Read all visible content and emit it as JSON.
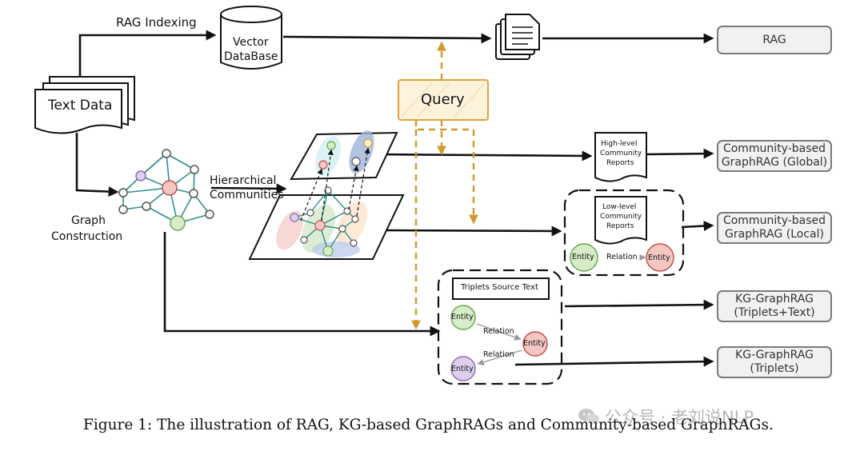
{
  "labels": {
    "rag_indexing": "RAG Indexing",
    "vector_db_line1": "Vector",
    "vector_db_line2": "DataBase",
    "text_data": "Text Data",
    "query": "Query",
    "graph_construction_line1": "Graph",
    "graph_construction_line2": "Construction",
    "hier_line1": "Hierarchical",
    "hier_line2": "Communities",
    "high_level_line1": "High-level",
    "high_level_line2": "Community",
    "high_level_line3": "Reports",
    "low_level_line1": "Low-level",
    "low_level_line2": "Community",
    "low_level_line3": "Reports",
    "entity": "Entity",
    "relation": "Relation",
    "triplets_source": "Triplets Source Text"
  },
  "outputs": [
    {
      "line1": "RAG",
      "line2": ""
    },
    {
      "line1": "Community-based",
      "line2": "GraphRAG (Global)"
    },
    {
      "line1": "Community-based",
      "line2": "GraphRAG (Local)"
    },
    {
      "line1": "KG-GraphRAG",
      "line2": "(Triplets+Text)"
    },
    {
      "line1": "KG-GraphRAG",
      "line2": "(Triplets)"
    }
  ],
  "caption": "Figure 1: The illustration of RAG, KG-based GraphRAGs and Community-based GraphRAGs.",
  "watermark": "公众号 · 老刘说NLP",
  "colors": {
    "query_fill": "#fdf3dc",
    "query_border": "#e0a43a",
    "dashed_orange": "#d29a2a",
    "entity_green": "#d7ecc9",
    "entity_green_border": "#6aa84f",
    "entity_red": "#f4c7c3",
    "entity_red_border": "#c0504d",
    "entity_purple": "#ddd0ea",
    "entity_purple_border": "#8e6bb5",
    "graph_edge": "#2f8f8f",
    "output_fill": "#f1f1f1",
    "output_border": "#7a7a7a"
  }
}
